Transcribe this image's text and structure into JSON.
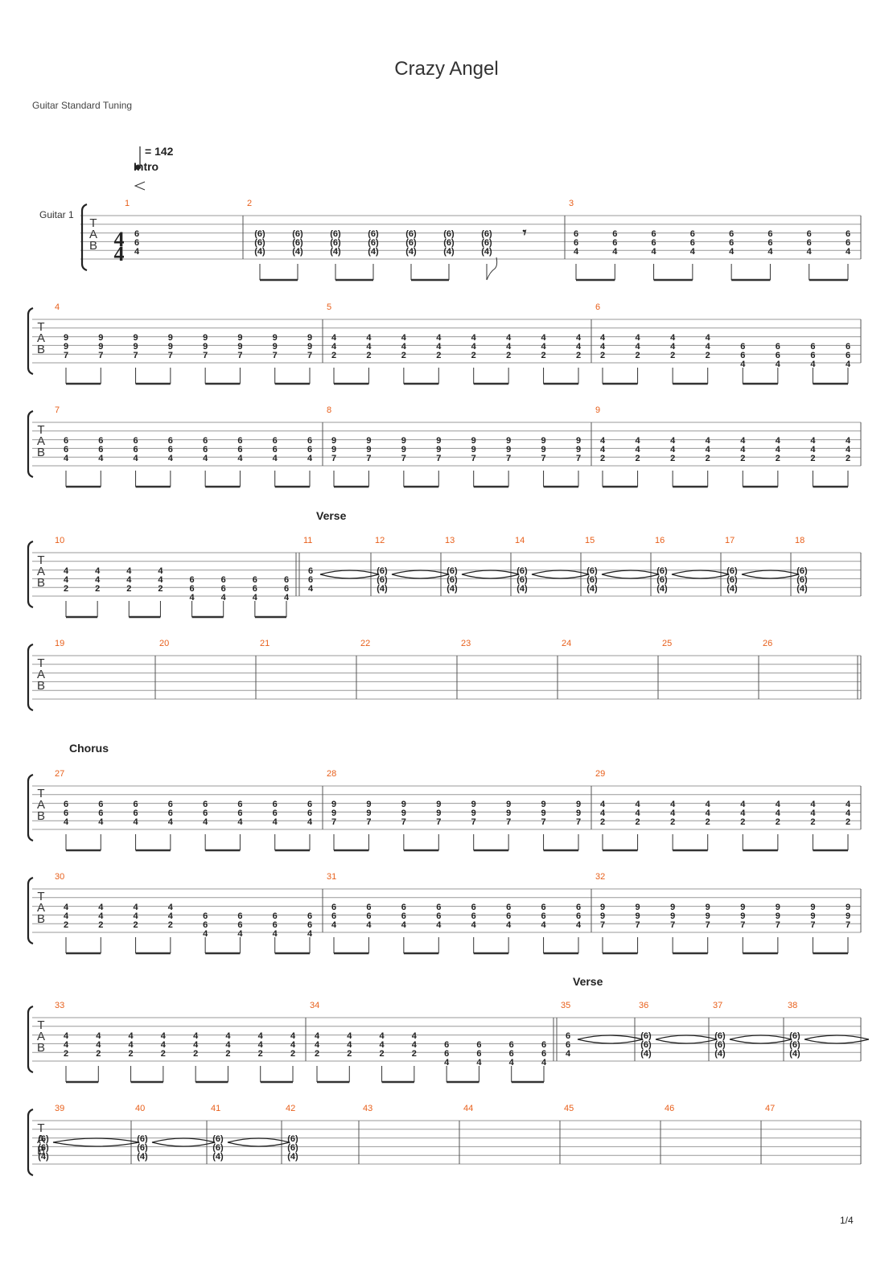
{
  "title": "Crazy Angel",
  "tuning": "Guitar Standard Tuning",
  "tempo": "= 142",
  "instrument": "Guitar 1",
  "time_signature": "4/4",
  "page": "1/4",
  "sections": {
    "intro": "Intro",
    "verse1": "Verse",
    "chorus": "Chorus",
    "verse2": "Verse"
  },
  "tab_letters": [
    "T",
    "A",
    "B"
  ],
  "colors": {
    "measure_number": "#e8601c",
    "staff_line": "#999999",
    "ink": "#222222"
  },
  "chords": {
    "A": [
      "6",
      "6",
      "4"
    ],
    "B": [
      "9",
      "9",
      "7"
    ],
    "C": [
      "4",
      "4",
      "2"
    ],
    "D": [
      "6",
      "6",
      "4"
    ],
    "G": [
      "(6)",
      "(6)",
      "(4)"
    ]
  },
  "measures": [
    {
      "n": "1",
      "content": "chord A whole, opening 4/4"
    },
    {
      "n": "2",
      "content": "7 tied (6)(6)(4) eighths + eighth rest"
    },
    {
      "n": "3",
      "content": "8 x A eighths"
    },
    {
      "n": "4",
      "content": "8 x B eighths"
    },
    {
      "n": "5",
      "content": "8 x C eighths"
    },
    {
      "n": "6",
      "content": "4 x C + 4 x D eighths"
    },
    {
      "n": "7",
      "content": "8 x A eighths"
    },
    {
      "n": "8",
      "content": "8 x B eighths"
    },
    {
      "n": "9",
      "content": "8 x C eighths"
    },
    {
      "n": "10",
      "content": "4 x C + 4 x D eighths"
    },
    {
      "n": "11",
      "content": "A whole, tie"
    },
    {
      "n": "12",
      "content": "G whole, tie"
    },
    {
      "n": "13",
      "content": "G whole, tie"
    },
    {
      "n": "14",
      "content": "G whole, tie"
    },
    {
      "n": "15",
      "content": "G whole, tie"
    },
    {
      "n": "16",
      "content": "G whole, tie"
    },
    {
      "n": "17",
      "content": "G whole, tie"
    },
    {
      "n": "18",
      "content": "G whole"
    },
    {
      "n": "19",
      "content": "empty"
    },
    {
      "n": "20",
      "content": "empty"
    },
    {
      "n": "21",
      "content": "empty"
    },
    {
      "n": "22",
      "content": "empty"
    },
    {
      "n": "23",
      "content": "empty"
    },
    {
      "n": "24",
      "content": "empty"
    },
    {
      "n": "25",
      "content": "empty"
    },
    {
      "n": "26",
      "content": "empty"
    },
    {
      "n": "27",
      "content": "8 x A eighths"
    },
    {
      "n": "28",
      "content": "8 x B eighths"
    },
    {
      "n": "29",
      "content": "8 x C eighths"
    },
    {
      "n": "30",
      "content": "4 x C + 4 x D eighths"
    },
    {
      "n": "31",
      "content": "8 x A eighths"
    },
    {
      "n": "32",
      "content": "8 x B eighths"
    },
    {
      "n": "33",
      "content": "8 x C eighths"
    },
    {
      "n": "34",
      "content": "4 x C + 4 x D eighths"
    },
    {
      "n": "35",
      "content": "A whole, tie"
    },
    {
      "n": "36",
      "content": "G whole, tie"
    },
    {
      "n": "37",
      "content": "G whole, tie"
    },
    {
      "n": "38",
      "content": "G whole, tie"
    },
    {
      "n": "39",
      "content": "G whole, tie"
    },
    {
      "n": "40",
      "content": "G whole, tie"
    },
    {
      "n": "41",
      "content": "G whole, tie"
    },
    {
      "n": "42",
      "content": "G whole"
    },
    {
      "n": "43",
      "content": "empty"
    },
    {
      "n": "44",
      "content": "empty"
    },
    {
      "n": "45",
      "content": "empty"
    },
    {
      "n": "46",
      "content": "empty"
    },
    {
      "n": "47",
      "content": "empty"
    }
  ]
}
